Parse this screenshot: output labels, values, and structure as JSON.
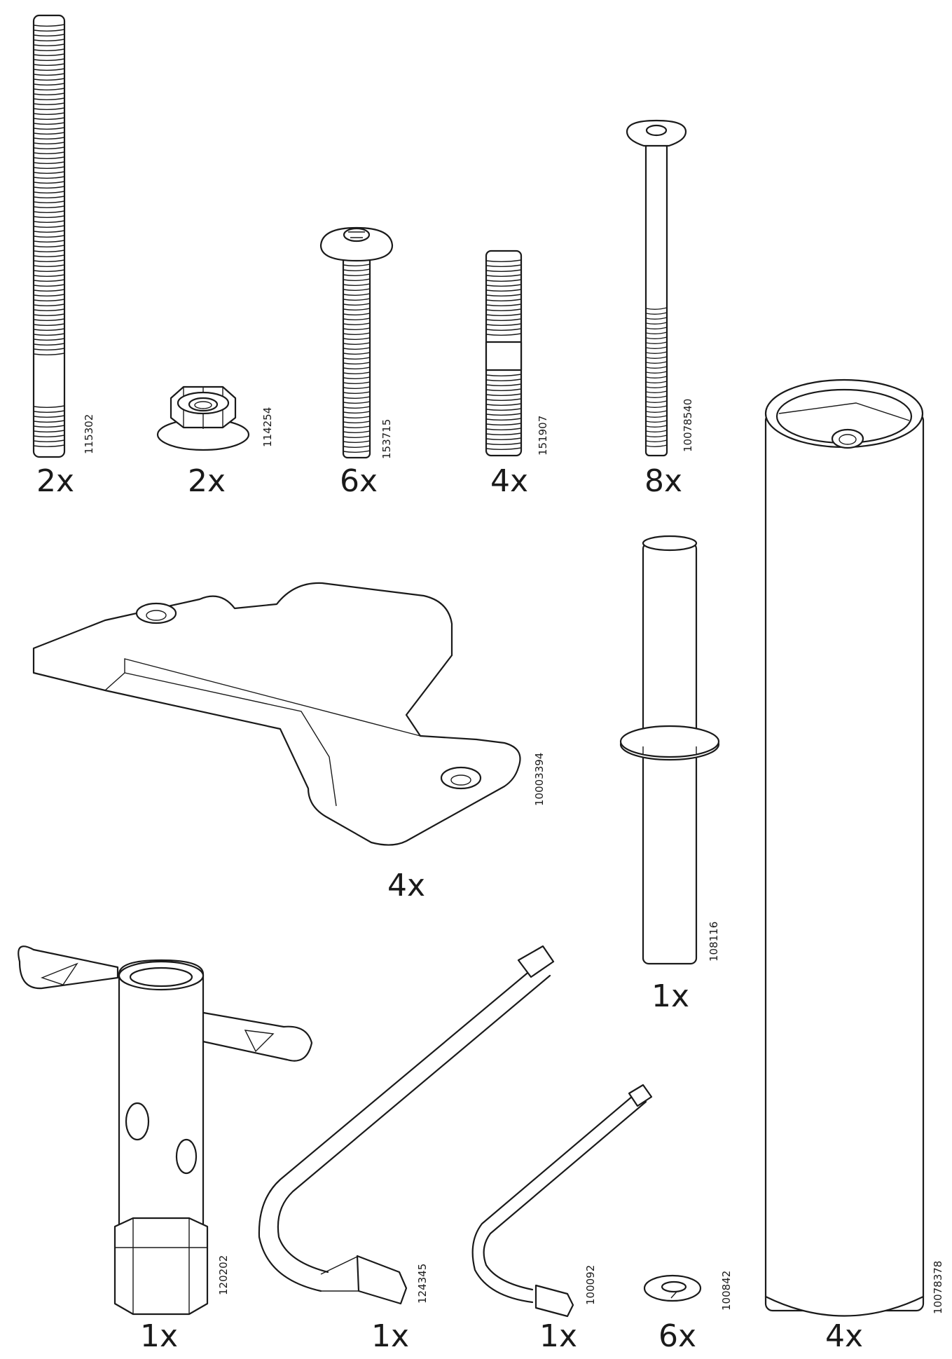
{
  "parts": [
    {
      "id": "threaded-rod-long",
      "qty": "2x",
      "code": "115302"
    },
    {
      "id": "flange-nut",
      "qty": "2x",
      "code": "114254"
    },
    {
      "id": "dome-head-bolt",
      "qty": "6x",
      "code": "153715"
    },
    {
      "id": "stud-bolt-short",
      "qty": "4x",
      "code": "151907"
    },
    {
      "id": "countersunk-bolt",
      "qty": "8x",
      "code": "10078540"
    },
    {
      "id": "bracket-plate",
      "qty": "4x",
      "code": "10003394"
    },
    {
      "id": "dowel-pin",
      "qty": "1x",
      "code": "108116"
    },
    {
      "id": "table-leg",
      "qty": "4x",
      "code": "10078378"
    },
    {
      "id": "box-wrench",
      "qty": "1x",
      "code": "120202"
    },
    {
      "id": "allen-key-large",
      "qty": "1x",
      "code": "124345"
    },
    {
      "id": "allen-key-small",
      "qty": "1x",
      "code": "100092"
    },
    {
      "id": "spring-washer",
      "qty": "6x",
      "code": "100842"
    }
  ],
  "colors": {
    "ink": "#1a1a1a",
    "paper": "#ffffff"
  }
}
